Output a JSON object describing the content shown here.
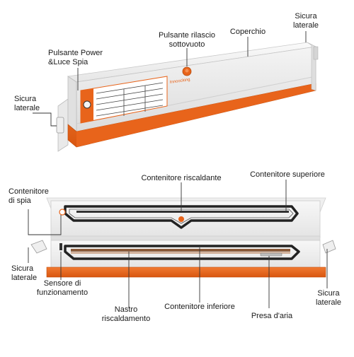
{
  "labels": {
    "sicura_top_right": "Sicura\nlaterale",
    "coperchio": "Coperchio",
    "pulsante_rilascio": "Pulsante rilascio\nsottovuoto",
    "pulsante_power": "Pulsante Power\n&Luce Spia",
    "sicura_top_left": "Sicura\nlaterale",
    "contenitore_riscaldante": "Contenitore riscaldante",
    "contenitore_superiore": "Contenitore superiore",
    "contenitore_spia": "Contenitore\ndi spia",
    "sicura_bottom_left": "Sicura\nlaterale",
    "sensore": "Sensore di\nfunzionamento",
    "nastro": "Nastro\nriscaldamento",
    "contenitore_inferiore": "Contenitore inferiore",
    "presa_aria": "Presa d'aria",
    "sicura_bottom_right": "Sicura\nlaterale"
  },
  "device": {
    "brand_text": "Innoocking"
  },
  "colors": {
    "accent": "#e8641b",
    "body": "#f2f2f2",
    "gasket": "#222222",
    "line": "#333333"
  }
}
